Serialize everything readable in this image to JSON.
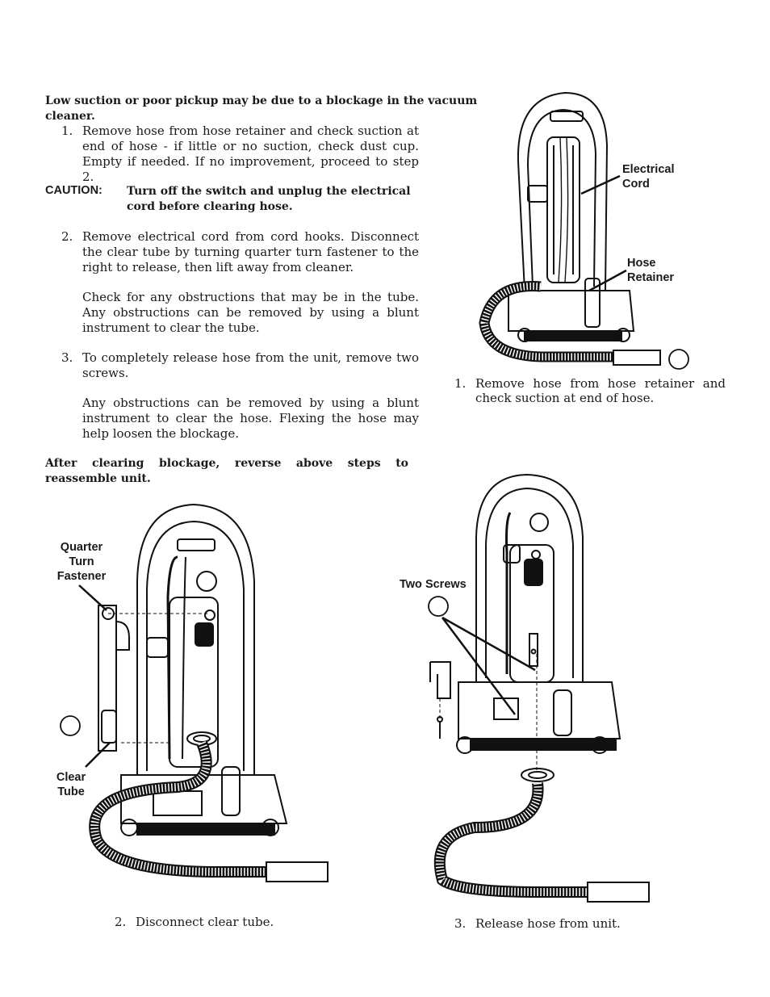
{
  "intro": "Low suction or poor pickup may be due to a blockage in the vacuum cleaner.",
  "steps": [
    {
      "num": "1.",
      "text": "Remove hose from hose retainer and check suction at end of hose - if little or no suction, check dust cup. Empty if needed. If no improvement, proceed to step 2."
    },
    {
      "num": "2.",
      "text": "Remove electrical cord from cord hooks. Disconnect the clear tube by turning quarter turn fastener to the right to release, then lift away from cleaner."
    },
    {
      "num": "",
      "text": "Check for any obstructions that may be in the tube. Any obstructions can be removed by using a blunt instrument to clear the tube."
    },
    {
      "num": "3.",
      "text": "To completely release hose from the unit, remove two screws."
    },
    {
      "num": "",
      "text": "Any obstructions can be removed by using a blunt instrument to clear the hose. Flexing the hose may help loosen the blockage."
    }
  ],
  "caution": {
    "label": "CAUTION:",
    "text": "Turn off the switch and unplug the electrical cord before clearing hose."
  },
  "after_note": "After clearing blockage, reverse above steps to reassemble unit.",
  "figures": {
    "fig1": {
      "label_cord": [
        "Electrical",
        "Cord"
      ],
      "label_retainer": [
        "Hose",
        "Retainer"
      ],
      "caption_num": "1.",
      "caption": "Remove hose from hose retainer and check suction at end of hose."
    },
    "fig2": {
      "label_fastener": [
        "Quarter",
        "Turn",
        "Fastener"
      ],
      "label_tube": [
        "Clear",
        "Tube"
      ],
      "caption_num": "2.",
      "caption": "Disconnect clear tube."
    },
    "fig3": {
      "label_screws": "Two Screws",
      "caption_num": "3.",
      "caption": "Release hose from unit."
    }
  }
}
